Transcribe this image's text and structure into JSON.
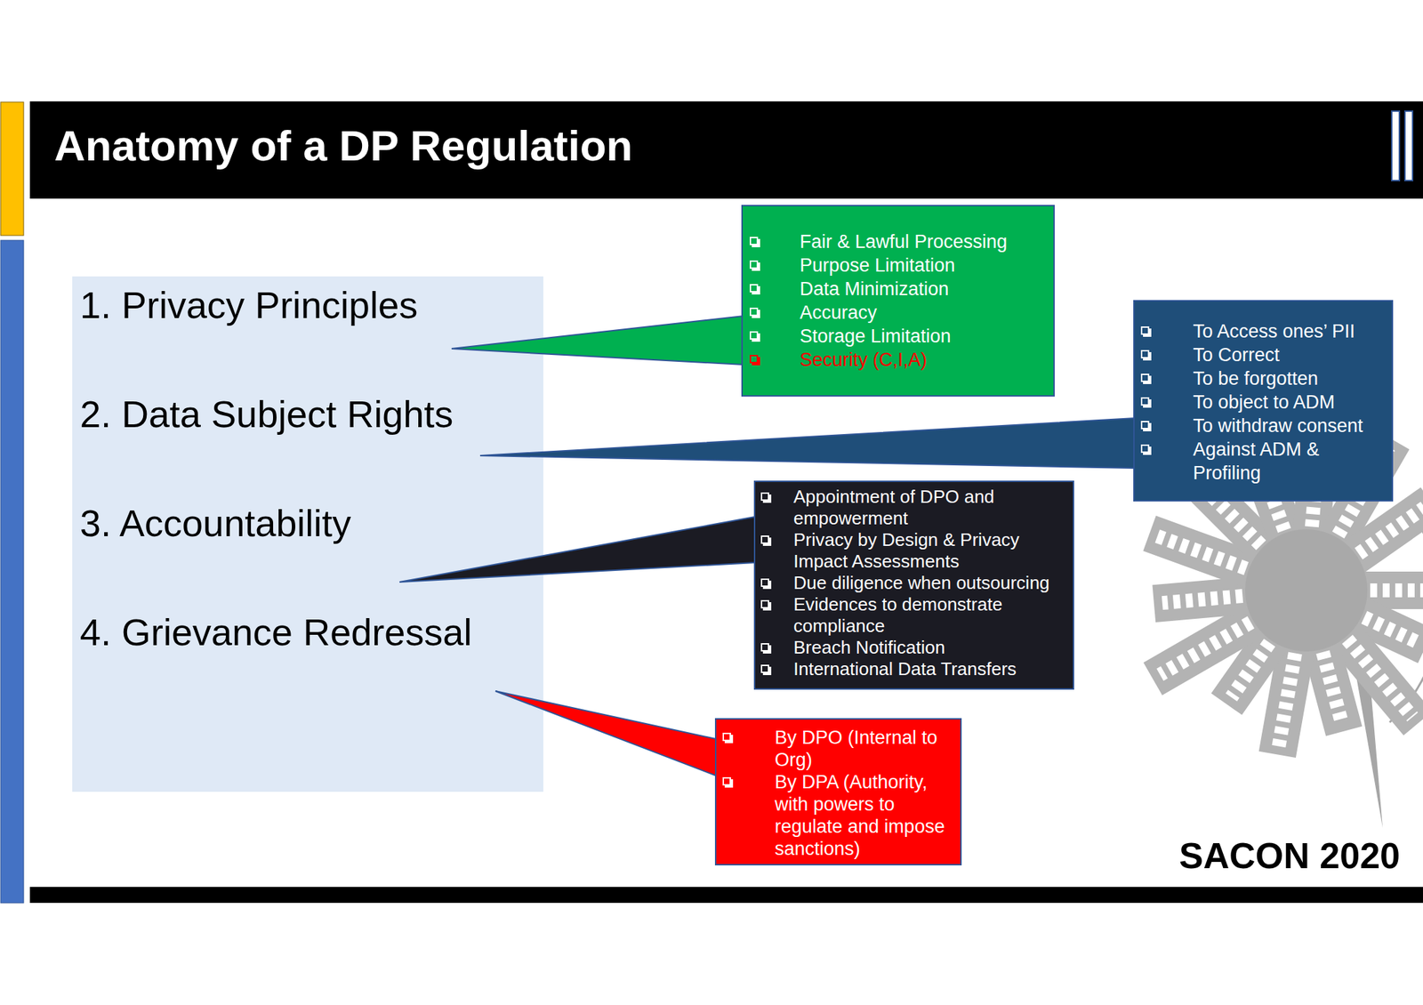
{
  "diagram": {
    "title": "Anatomy of a DP Regulation",
    "nodes": [
      {
        "text": [
          "1. Privacy Principles",
          "2. Data Subject Rights",
          "3. Accountability",
          "4. Grievance Redressal"
        ]
      },
      {
        "text": [
          "Fair & Lawful Processing",
          "Purpose Limitation",
          "Data Minimization",
          "Accuracy",
          "Storage Limitation",
          "Security (C,I,A)"
        ]
      },
      {
        "text": [
          "To Access ones’ PII",
          "To Correct",
          "To be forgotten",
          "To object to ADM",
          "To withdraw consent",
          "Against ADM & Profiling"
        ]
      },
      {
        "text": [
          "Appointment of DPO and empowerment",
          "Privacy by Design & Privacy Impact Assessments",
          "Due diligence when outsourcing",
          "Evidences to demonstrate compliance",
          "Breach Notification",
          "International Data Transfers"
        ]
      },
      {
        "text": [
          "By DPO (Internal to Org)",
          "By DPA (Authority, with powers to regulate and impose sanctions)"
        ]
      }
    ],
    "edges": [
      {
        "from": 0,
        "to": 1,
        "arrow": "none"
      },
      {
        "from": 0,
        "to": 2,
        "arrow": "none"
      },
      {
        "from": 0,
        "to": 3,
        "arrow": "none"
      },
      {
        "from": 0,
        "to": 4,
        "arrow": "none"
      }
    ],
    "labels": [
      "SACON 2020"
    ]
  }
}
